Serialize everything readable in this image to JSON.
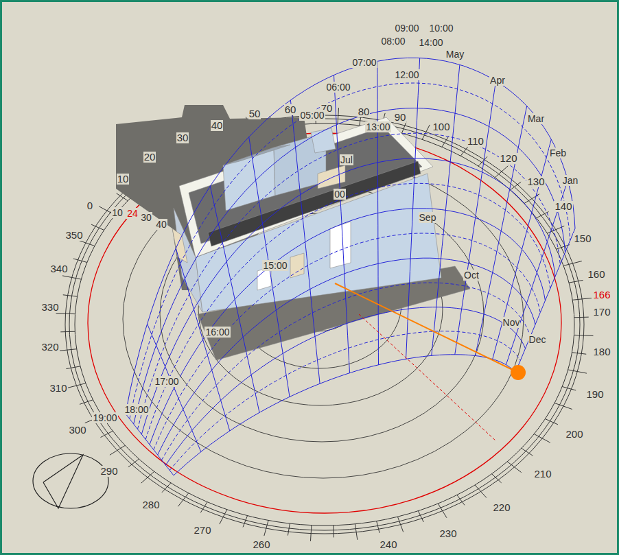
{
  "diagram": {
    "labels": [
      "0",
      "10",
      "20",
      "30",
      "40",
      "50",
      "60",
      "70",
      "80",
      "90",
      "100",
      "110",
      "120",
      "130",
      "140",
      "150",
      "160",
      "166",
      "170",
      "180",
      "190",
      "200",
      "210",
      "220",
      "230",
      "240",
      "260",
      "270",
      "280",
      "290",
      "300",
      "310",
      "320",
      "330",
      "340",
      "350",
      "10",
      "24",
      "30",
      "40",
      "09:00",
      "10:00",
      "08:00",
      "14:00",
      "07:00",
      "12:00",
      "06:00",
      "05:00",
      "13:00",
      "00",
      "15:00",
      "16:00",
      "17:00",
      "18:00",
      "19:00",
      "May",
      "Apr",
      "Mar",
      "Feb",
      "Jan",
      "Jul",
      "Sep",
      "Oct",
      "Nov",
      "Dec"
    ]
  }
}
